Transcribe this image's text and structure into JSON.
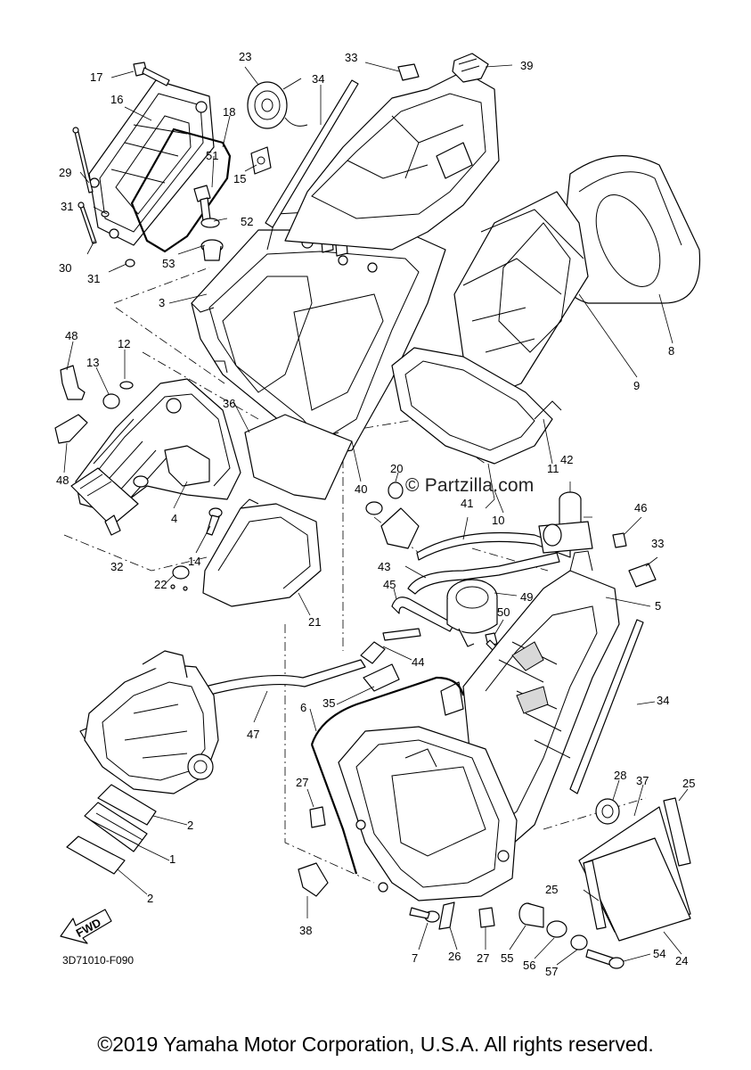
{
  "diagram": {
    "watermark": "© Partzilla.com",
    "code": "3D71010-F090",
    "copyright": "©2019 Yamaha Motor Corporation, U.S.A. All rights reserved.",
    "fwd_label": "FWD",
    "callouts": [
      "1",
      "2",
      "2",
      "3",
      "4",
      "5",
      "6",
      "7",
      "8",
      "9",
      "10",
      "11",
      "12",
      "13",
      "14",
      "15",
      "16",
      "17",
      "18",
      "20",
      "21",
      "22",
      "23",
      "24",
      "25",
      "25",
      "26",
      "27",
      "27",
      "28",
      "29",
      "30",
      "31",
      "31",
      "32",
      "33",
      "33",
      "34",
      "34",
      "35",
      "36",
      "37",
      "38",
      "39",
      "40",
      "41",
      "42",
      "43",
      "44",
      "45",
      "46",
      "47",
      "48",
      "48",
      "49",
      "50",
      "51",
      "52",
      "53",
      "54",
      "55",
      "56",
      "57"
    ]
  }
}
